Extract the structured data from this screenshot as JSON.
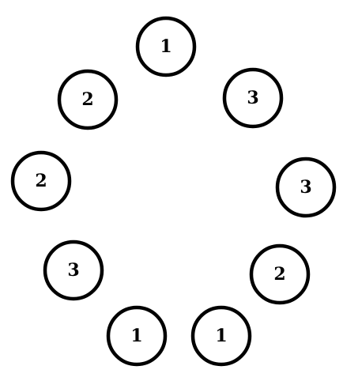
{
  "diagram": {
    "nodes": [
      {
        "id": "n1",
        "label": "1"
      },
      {
        "id": "n2",
        "label": "3"
      },
      {
        "id": "n3",
        "label": "3"
      },
      {
        "id": "n4",
        "label": "2"
      },
      {
        "id": "n5",
        "label": "1"
      },
      {
        "id": "n6",
        "label": "1"
      },
      {
        "id": "n7",
        "label": "3"
      },
      {
        "id": "n8",
        "label": "2"
      },
      {
        "id": "n9",
        "label": "2"
      }
    ]
  }
}
